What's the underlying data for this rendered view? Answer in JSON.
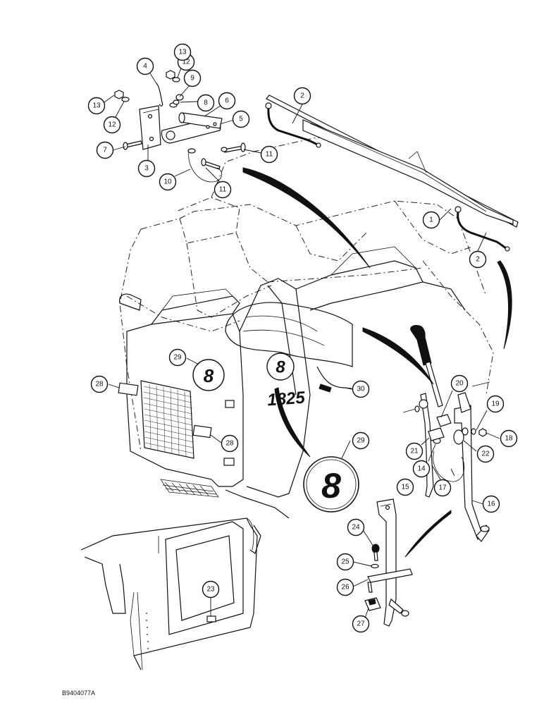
{
  "drawing_id": "B9404077A",
  "decals": {
    "small_a": "8",
    "small_b": "8",
    "model": "1825",
    "large": "8"
  },
  "callouts": [
    {
      "label": "1"
    },
    {
      "label": "2"
    },
    {
      "label": "2"
    },
    {
      "label": "3"
    },
    {
      "label": "4"
    },
    {
      "label": "5"
    },
    {
      "label": "6"
    },
    {
      "label": "7"
    },
    {
      "label": "8"
    },
    {
      "label": "9"
    },
    {
      "label": "10"
    },
    {
      "label": "11"
    },
    {
      "label": "11"
    },
    {
      "label": "12"
    },
    {
      "label": "12"
    },
    {
      "label": "13"
    },
    {
      "label": "13"
    },
    {
      "label": "14"
    },
    {
      "label": "15"
    },
    {
      "label": "16"
    },
    {
      "label": "17"
    },
    {
      "label": "18"
    },
    {
      "label": "19"
    },
    {
      "label": "20"
    },
    {
      "label": "21"
    },
    {
      "label": "22"
    },
    {
      "label": "23"
    },
    {
      "label": "24"
    },
    {
      "label": "25"
    },
    {
      "label": "26"
    },
    {
      "label": "27"
    },
    {
      "label": "28"
    },
    {
      "label": "28"
    },
    {
      "label": "29"
    },
    {
      "label": "29"
    },
    {
      "label": "30"
    }
  ]
}
